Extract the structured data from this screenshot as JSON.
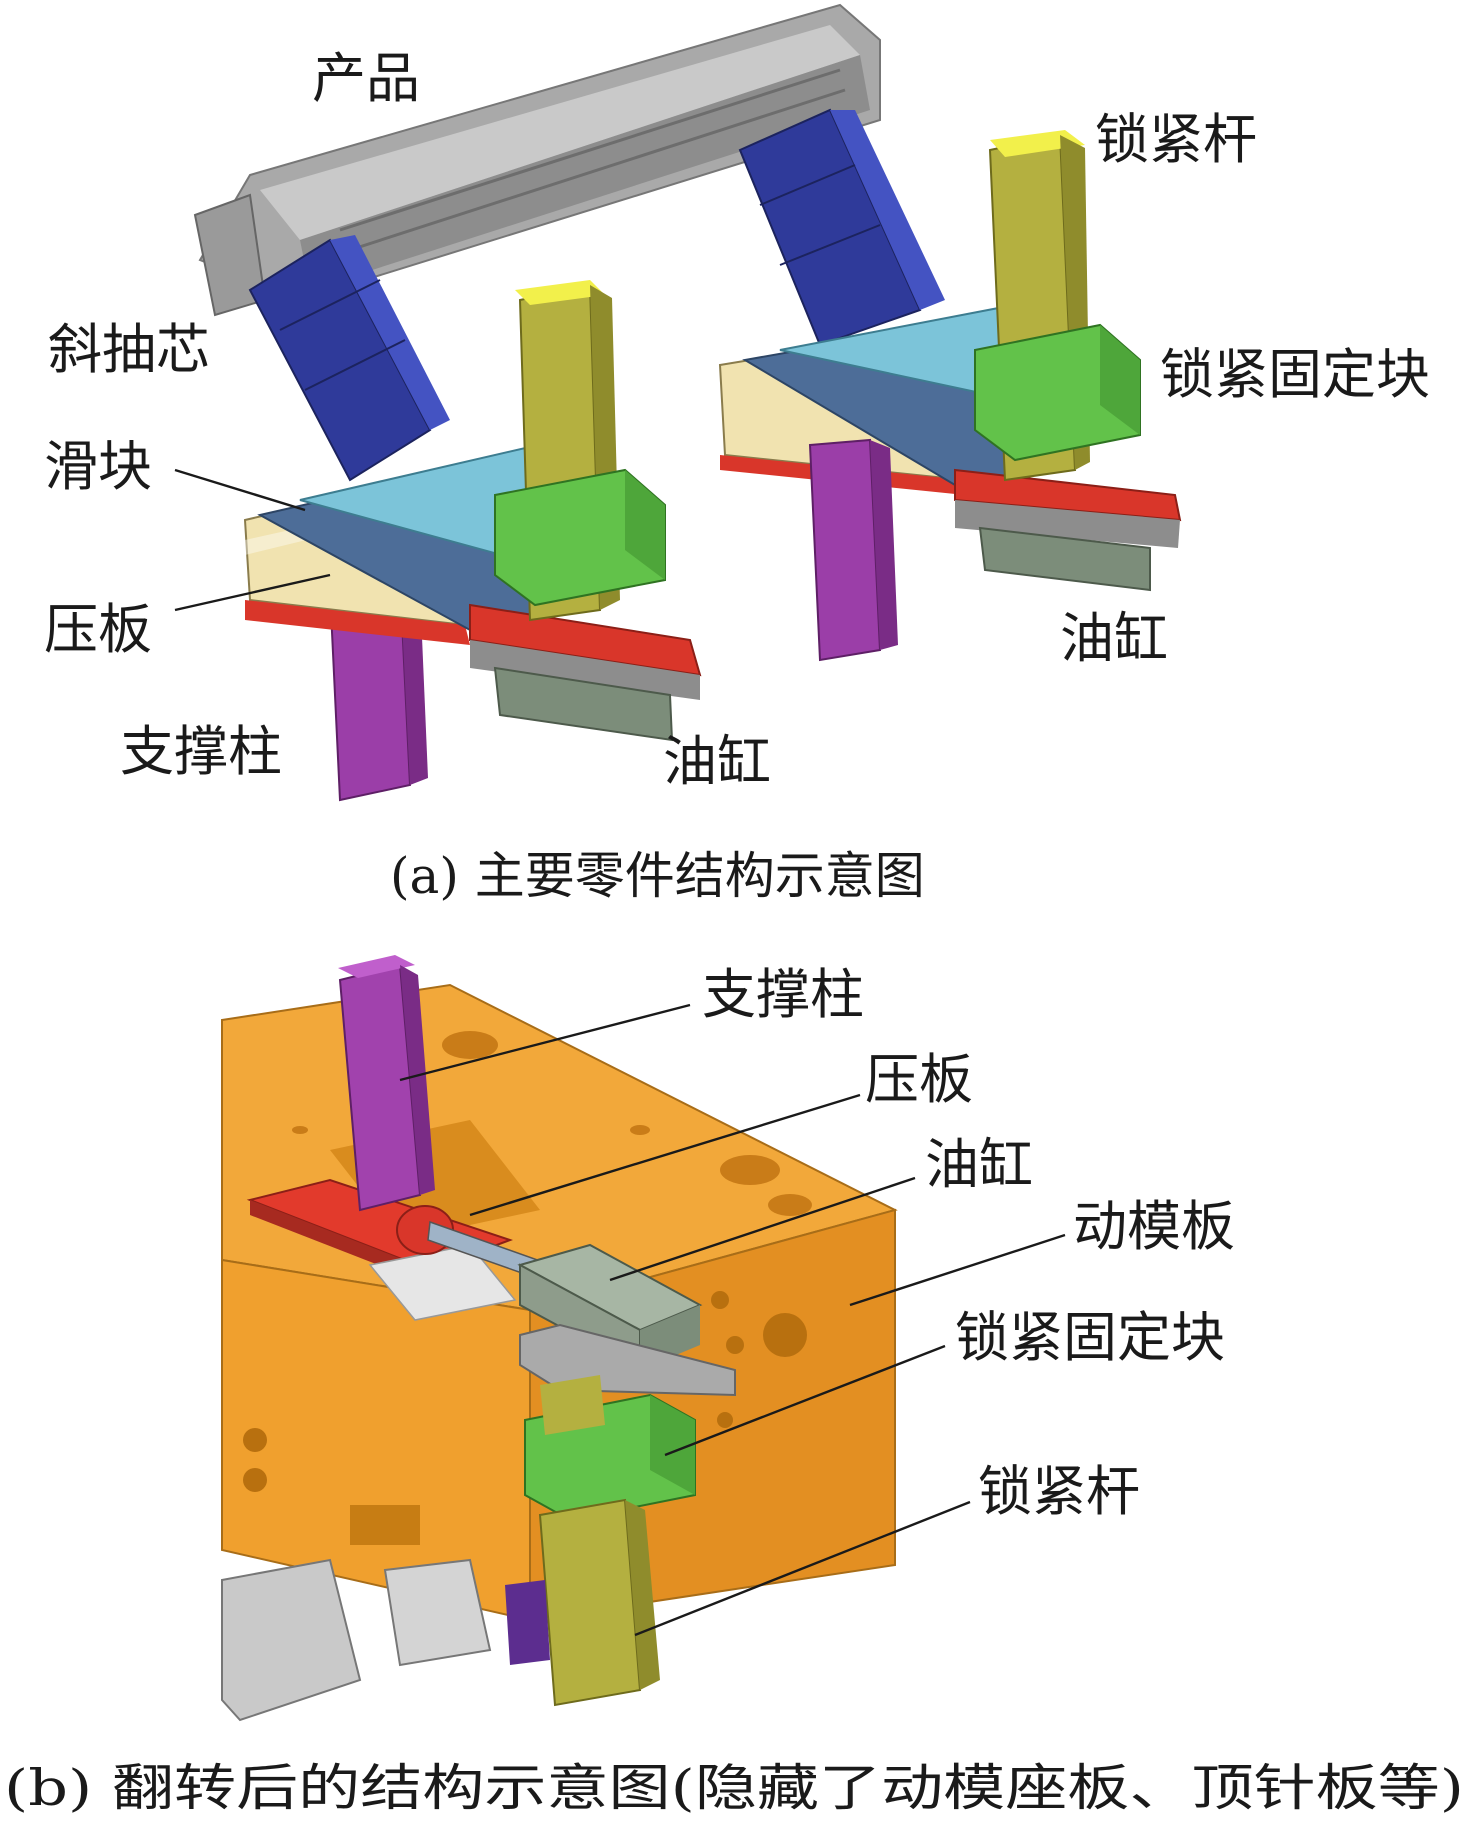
{
  "panel_a": {
    "caption": "(a) 主要零件结构示意图",
    "labels": {
      "product": "产品",
      "lock_rod": "锁紧杆",
      "angled_core": "斜抽芯",
      "lock_block": "锁紧固定块",
      "slider": "滑块",
      "press_plate": "压板",
      "cylinder_right": "油缸",
      "support_column": "支撑柱",
      "cylinder_left": "油缸"
    }
  },
  "panel_b": {
    "caption": "(b) 翻转后的结构示意图(隐藏了动模座板、顶针板等)",
    "labels": {
      "support_column": "支撑柱",
      "press_plate": "压板",
      "cylinder": "油缸",
      "moving_plate": "动模板",
      "lock_block": "锁紧固定块",
      "lock_rod": "锁紧杆"
    }
  }
}
